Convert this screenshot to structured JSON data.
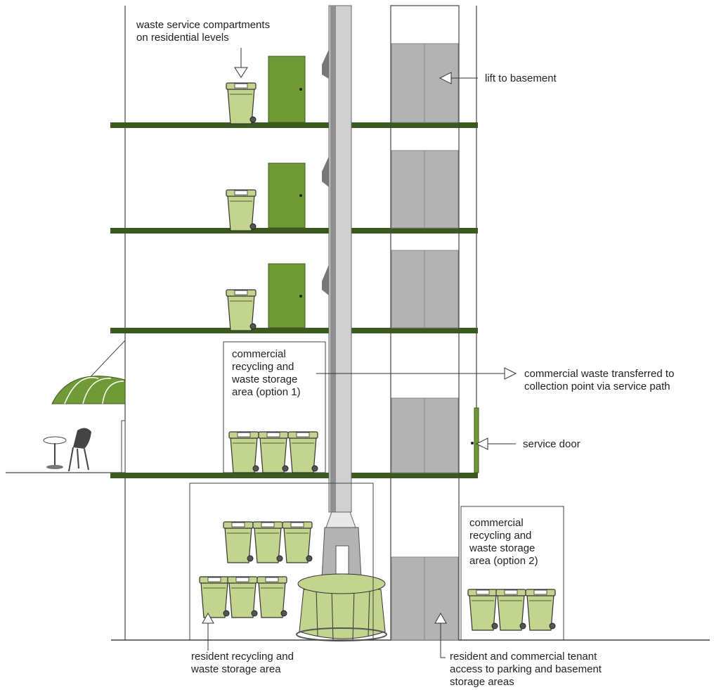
{
  "colors": {
    "floor": "#3c5a20",
    "door": "#6f9a36",
    "bin": "#c2d48e",
    "bin_stroke": "#333333",
    "chute": "#9a9a9a",
    "lift": "#b3b3b3",
    "line": "#444444"
  },
  "labels": {
    "waste_compartments": [
      "waste service compartments",
      "on residential levels"
    ],
    "lift_to_basement": [
      "lift to basement"
    ],
    "commercial_option1": [
      "commercial",
      "recycling and",
      "waste storage",
      "area (option 1)"
    ],
    "commercial_transfer": [
      "commercial waste transferred to",
      "collection point via service path"
    ],
    "service_door": [
      "service door"
    ],
    "commercial_option2": [
      "commercial",
      "recycling and",
      "waste storage",
      "area (option 2)"
    ],
    "resident_storage": [
      "resident recycling and",
      "waste storage area"
    ],
    "tenant_access": [
      "resident and commercial tenant",
      "access to parking and basement",
      "storage areas"
    ]
  },
  "icons": {
    "bin": "wheelie-bin-icon",
    "door": "door-icon",
    "lift": "lift-icon",
    "chute": "waste-chute-icon",
    "carousel": "bin-carousel-icon",
    "awning": "awning-icon",
    "table": "cafe-table-icon",
    "chair": "chair-icon",
    "pointer": "pointer-arrow-icon"
  }
}
